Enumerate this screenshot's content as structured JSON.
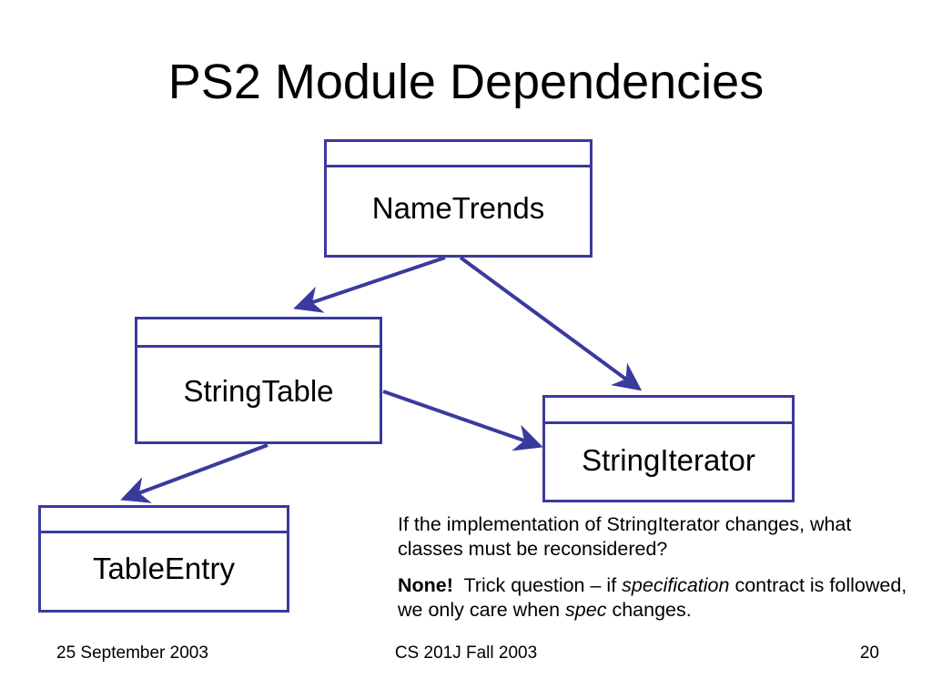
{
  "slide": {
    "title": "PS2 Module Dependencies",
    "accent_color": "#3a3a9e",
    "background_color": "#ffffff",
    "text_color": "#000000"
  },
  "diagram": {
    "type": "module-dependency-diagram",
    "boxes": [
      {
        "id": "nametrends",
        "name": "NameTrends"
      },
      {
        "id": "stringtable",
        "name": "StringTable"
      },
      {
        "id": "stringiterator",
        "name": "StringIterator"
      },
      {
        "id": "tableentry",
        "name": "TableEntry"
      }
    ],
    "edges": [
      {
        "from": "NameTrends",
        "to": "StringTable"
      },
      {
        "from": "NameTrends",
        "to": "StringIterator"
      },
      {
        "from": "StringTable",
        "to": "StringIterator"
      },
      {
        "from": "StringTable",
        "to": "TableEntry"
      }
    ]
  },
  "notes": {
    "question_line1": "If the implementation of StringIterator changes,",
    "question_line2": "what classes must be reconsidered?",
    "answer_bold": "None!",
    "answer_part1": "Trick question – if ",
    "answer_italic1": "specification",
    "answer_part2": " contract is followed, we only care when ",
    "answer_italic2": "spec",
    "answer_part3": " changes."
  },
  "footer": {
    "date": "25 September 2003",
    "course": "CS 201J Fall 2003",
    "page": "20"
  }
}
